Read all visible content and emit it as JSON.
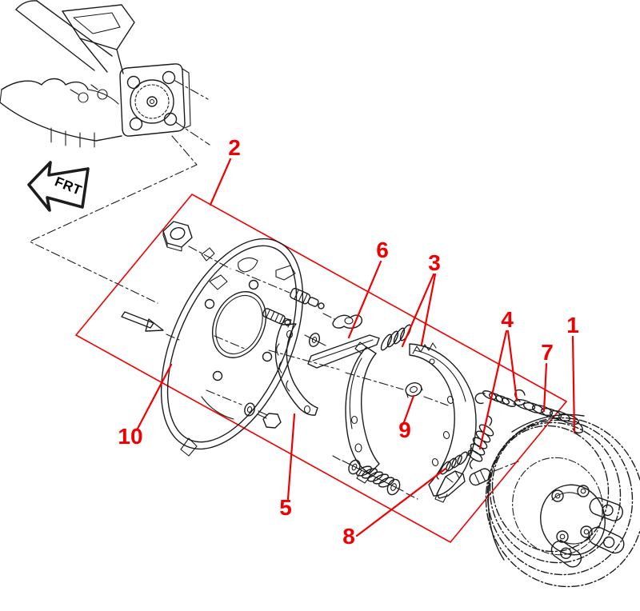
{
  "diagram": {
    "front_label": "FRT",
    "callouts": [
      {
        "label": "1"
      },
      {
        "label": "2"
      },
      {
        "label": "3"
      },
      {
        "label": "4"
      },
      {
        "label": "5"
      },
      {
        "label": "6"
      },
      {
        "label": "7"
      },
      {
        "label": "8"
      },
      {
        "label": "9"
      },
      {
        "label": "10"
      }
    ],
    "colors": {
      "annotation_red": "#f00000",
      "ink": "#1c1c1c",
      "background": "#ffffff"
    }
  }
}
